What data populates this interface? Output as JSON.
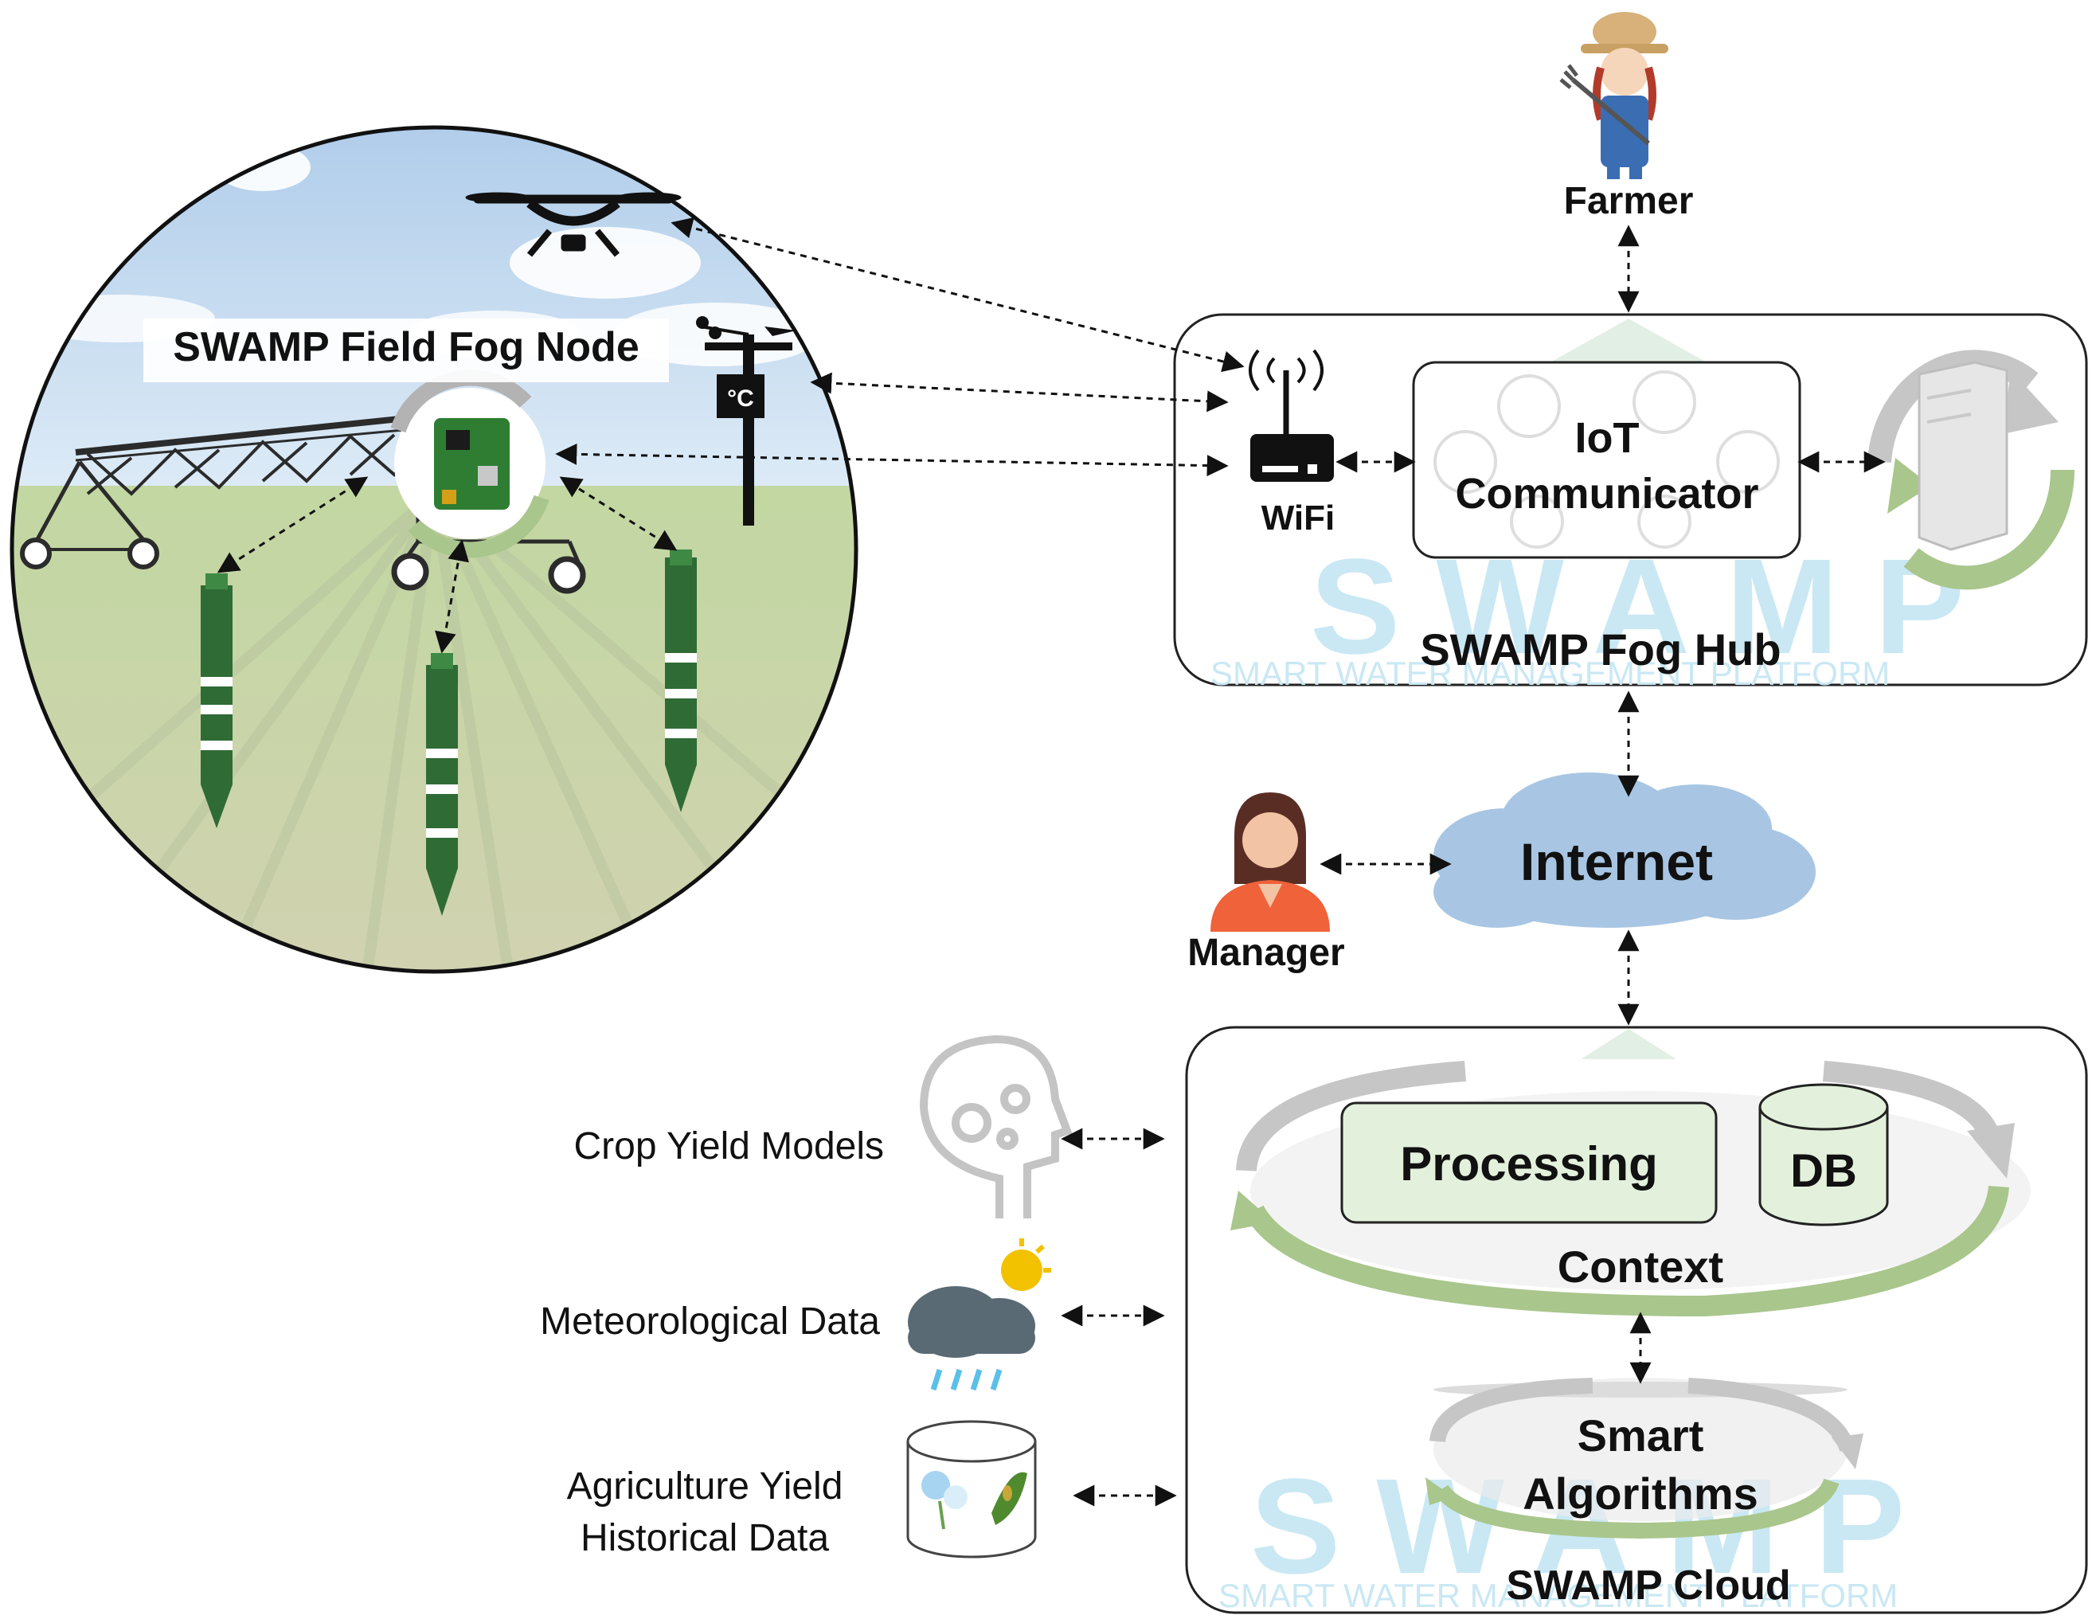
{
  "labels": {
    "field_node": "SWAMP Field Fog Node",
    "farmer": "Farmer",
    "wifi": "WiFi",
    "iot_line1": "IoT",
    "iot_line2": "Communicator",
    "fog_hub": "SWAMP Fog Hub",
    "internet": "Internet",
    "manager": "Manager",
    "processing": "Processing",
    "db": "DB",
    "context": "Context",
    "smart_line1": "Smart",
    "smart_line2": "Algorithms",
    "cloud": "SWAMP Cloud",
    "crop_models": "Crop Yield Models",
    "meteo": "Meteorological Data",
    "agri_line1": "Agriculture Yield",
    "agri_line2": "Historical Data",
    "thermo_unit": "°C"
  },
  "watermark": {
    "word": "SWAMP",
    "tagline": "SMART WATER MANAGEMENT PLATFORM"
  },
  "colors": {
    "sky": "#a9c8e8",
    "field": "#a9c57d",
    "probe": "#2f6b35",
    "cloud_fill": "#a8c6e3",
    "box_green": "#e3f1dc",
    "arrow_gray": "#b9b9b9",
    "arrow_green": "#a9c68c",
    "watermark": "#c9e8f4",
    "manager_shirt": "#f0623a"
  },
  "icons": [
    "drone-icon",
    "weather-station-icon",
    "thermometer-icon",
    "pivot-irrigation-icon",
    "raspberry-pi-icon",
    "soil-probe-icon",
    "farmer-icon",
    "wifi-router-icon",
    "server-icon",
    "manager-icon",
    "head-gears-icon",
    "rain-cloud-sun-icon",
    "database-plants-icon"
  ]
}
